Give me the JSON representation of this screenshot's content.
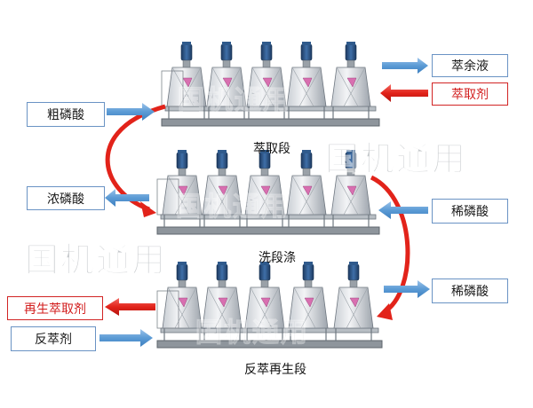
{
  "stages": {
    "extraction": "萃取段",
    "washing": "洗段涤",
    "stripping": "反萃再生段"
  },
  "streams": {
    "raffinate": "萃余液",
    "extractant_in": "萃取剂",
    "crude_acid": "粗磷酸",
    "concentrated_acid": "浓磷酸",
    "dilute_acid_wash": "稀磷酸",
    "dilute_acid_out": "稀磷酸",
    "regenerated_extractant": "再生萃取剂",
    "strip_agent": "反萃剂"
  },
  "watermark": "国机通用",
  "colors": {
    "inflow_arrow": "#5b9bd5",
    "outflow_red": "#e2231a",
    "frame": "#6f7780",
    "motor": "#274d7c"
  }
}
